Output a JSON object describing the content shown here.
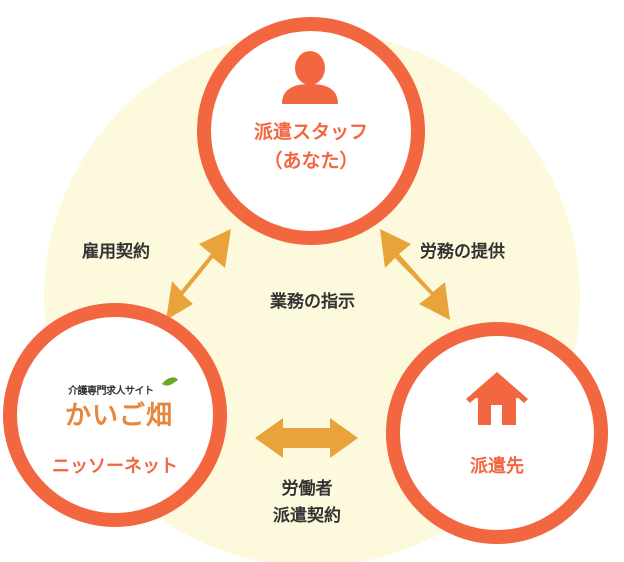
{
  "colors": {
    "ring": "#f26640",
    "arrow": "#e8a33a",
    "background_circle": "#fdf9dc",
    "text_label": "#333333",
    "node_text": "#f26640"
  },
  "nodes": {
    "staff": {
      "line1": "派遣スタッフ",
      "line2": "（あなた）",
      "icon": "person-icon"
    },
    "agency": {
      "logo_tagline": "介護専門求人サイト",
      "logo_name": "かいご畑",
      "name": "ニッソーネット"
    },
    "client": {
      "name": "派遣先",
      "icon": "house-icon"
    }
  },
  "relations": {
    "employment": "雇用契約",
    "labor_provision": "労務の提供",
    "work_instruction": "業務の指示",
    "dispatch_contract_line1": "労働者",
    "dispatch_contract_line2": "派遣契約"
  }
}
